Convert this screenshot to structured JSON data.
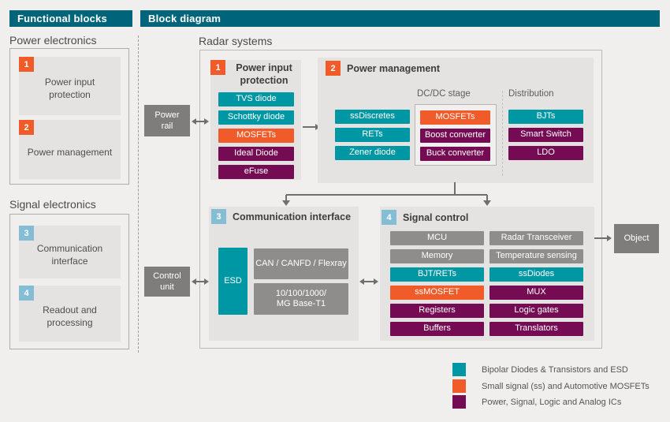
{
  "palette": {
    "header_bg": "#00657b",
    "teal": "#0097a4",
    "orange": "#f15a29",
    "purple": "#750c53",
    "chip_gray": "#8e8d8b",
    "node_gray": "#7e7d7c",
    "badge_blue": "#85bdd5",
    "panel_gray": "#e5e3e1",
    "page_bg": "#f0efed"
  },
  "headers": {
    "functional_blocks": "Functional blocks",
    "block_diagram": "Block diagram"
  },
  "functional": {
    "power_section_title": "Power electronics",
    "signal_section_title": "Signal electronics",
    "items": [
      {
        "num": "1",
        "label": "Power input\nprotection",
        "badge": "orange"
      },
      {
        "num": "2",
        "label": "Power management",
        "badge": "orange"
      },
      {
        "num": "3",
        "label": "Communication\ninterface",
        "badge": "blue"
      },
      {
        "num": "4",
        "label": "Readout and\nprocessing",
        "badge": "blue"
      }
    ]
  },
  "diagram": {
    "container_title": "Radar systems",
    "nodes": {
      "power_rail": "Power\nrail",
      "control_unit": "Control\nunit",
      "object": "Object"
    },
    "block1": {
      "num": "1",
      "title": "Power input\nprotection",
      "badge": "orange",
      "chips": [
        {
          "label": "TVS diode",
          "type": "teal"
        },
        {
          "label": "Schottky diode",
          "type": "teal"
        },
        {
          "label": "MOSFETs",
          "type": "orange"
        },
        {
          "label": "Ideal Diode",
          "type": "purple"
        },
        {
          "label": "eFuse",
          "type": "purple"
        }
      ]
    },
    "block2": {
      "num": "2",
      "title": "Power management",
      "badge": "orange",
      "main_chips": [
        {
          "label": "ssDiscretes",
          "type": "teal"
        },
        {
          "label": "RETs",
          "type": "teal"
        },
        {
          "label": "Zener diode",
          "type": "teal"
        }
      ],
      "dcdc_label": "DC/DC stage",
      "dcdc_chips": [
        {
          "label": "MOSFETs",
          "type": "orange"
        },
        {
          "label": "Boost converter",
          "type": "purple"
        },
        {
          "label": "Buck converter",
          "type": "purple"
        }
      ],
      "distribution_label": "Distribution",
      "distribution_chips": [
        {
          "label": "BJTs",
          "type": "teal"
        },
        {
          "label": "Smart Switch",
          "type": "purple"
        },
        {
          "label": "LDO",
          "type": "purple"
        }
      ]
    },
    "block3": {
      "num": "3",
      "title": "Communication interface",
      "badge": "blue",
      "esd_chip": {
        "label": "ESD",
        "type": "teal"
      },
      "chips": [
        {
          "label": "CAN / CANFD / Flexray",
          "type": "gray"
        },
        {
          "label": "10/100/1000/\nMG Base-T1",
          "type": "gray"
        }
      ]
    },
    "block4": {
      "num": "4",
      "title": "Signal control",
      "badge": "blue",
      "left_chips": [
        {
          "label": "MCU",
          "type": "gray"
        },
        {
          "label": "Memory",
          "type": "gray"
        },
        {
          "label": "BJT/RETs",
          "type": "teal"
        },
        {
          "label": "ssMOSFET",
          "type": "orange"
        },
        {
          "label": "Registers",
          "type": "purple"
        },
        {
          "label": "Buffers",
          "type": "purple"
        }
      ],
      "right_chips": [
        {
          "label": "Radar Transceiver",
          "type": "gray"
        },
        {
          "label": "Temperature sensing",
          "type": "gray"
        },
        {
          "label": "ssDiodes",
          "type": "teal"
        },
        {
          "label": "MUX",
          "type": "purple"
        },
        {
          "label": "Logic gates",
          "type": "purple"
        },
        {
          "label": "Translators",
          "type": "purple"
        }
      ]
    }
  },
  "legend": {
    "items": [
      {
        "color": "teal",
        "label": "Bipolar Diodes & Transistors and ESD"
      },
      {
        "color": "orange",
        "label": "Small signal (ss) and Automotive MOSFETs"
      },
      {
        "color": "purple",
        "label": "Power, Signal, Logic and Analog ICs"
      }
    ]
  }
}
